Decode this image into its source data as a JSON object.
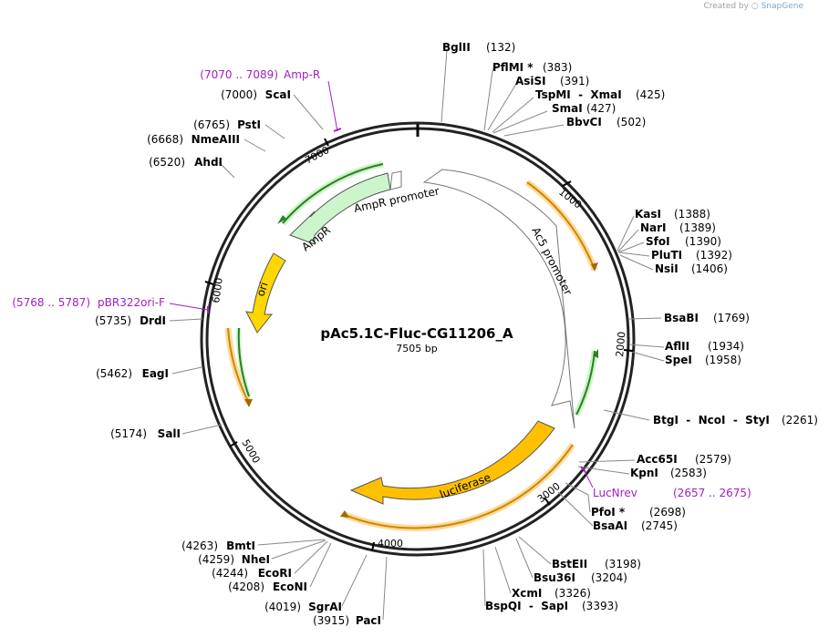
{
  "credit": {
    "prefix": "Created by",
    "brand": "SnapGene"
  },
  "plasmid": {
    "name": "pAc5.1C-Fluc-CG11206_A",
    "size_label": "7505 bp",
    "length": 7505
  },
  "ticks": [
    "1000",
    "2000",
    "3000",
    "4000",
    "5000",
    "6000",
    "7000"
  ],
  "features": [
    {
      "name": "AmpR promoter",
      "label": "AmpR promoter",
      "color": "#ffffff"
    },
    {
      "name": "AmpR",
      "label": "AmpR",
      "color": "#ccf5cc"
    },
    {
      "name": "ori",
      "label": "ori",
      "color": "#ffff00"
    },
    {
      "name": "Ac5 promoter",
      "label": "Ac5 promoter",
      "color": "#ffffff"
    },
    {
      "name": "luciferase",
      "label": "luciferase",
      "color": "#ffc000"
    }
  ],
  "sites": [
    {
      "enzyme": "BglII",
      "pos": "(132)"
    },
    {
      "enzyme": "PflMI *",
      "pos": "(383)"
    },
    {
      "enzyme": "AsiSI",
      "pos": "(391)"
    },
    {
      "enzyme": "TspMI  -  XmaI",
      "pos": "(425)"
    },
    {
      "enzyme": "SmaI",
      "pos": "(427)"
    },
    {
      "enzyme": "BbvCI",
      "pos": "(502)"
    },
    {
      "enzyme": "KasI",
      "pos": "(1388)"
    },
    {
      "enzyme": "NarI",
      "pos": "(1389)"
    },
    {
      "enzyme": "SfoI",
      "pos": "(1390)"
    },
    {
      "enzyme": "PluTI",
      "pos": "(1392)"
    },
    {
      "enzyme": "NsiI",
      "pos": "(1406)"
    },
    {
      "enzyme": "BsaBI",
      "pos": "(1769)"
    },
    {
      "enzyme": "AflII",
      "pos": "(1934)"
    },
    {
      "enzyme": "SpeI",
      "pos": "(1958)"
    },
    {
      "enzyme": "BtgI  -  NcoI  -  StyI",
      "pos": "(2261)"
    },
    {
      "enzyme": "Acc65I",
      "pos": "(2579)"
    },
    {
      "enzyme": "KpnI",
      "pos": "(2583)"
    },
    {
      "enzyme": "PfoI *",
      "pos": "(2698)"
    },
    {
      "enzyme": "BsaAI",
      "pos": "(2745)"
    },
    {
      "enzyme": "BstEII",
      "pos": "(3198)"
    },
    {
      "enzyme": "Bsu36I",
      "pos": "(3204)"
    },
    {
      "enzyme": "XcmI",
      "pos": "(3326)"
    },
    {
      "enzyme": "BspQI  -  SapI",
      "pos": "(3393)"
    },
    {
      "enzyme": "PacI",
      "pos": "(3915)"
    },
    {
      "enzyme": "SgrAI",
      "pos": "(4019)"
    },
    {
      "enzyme": "EcoNI",
      "pos": "(4208)"
    },
    {
      "enzyme": "EcoRI",
      "pos": "(4244)"
    },
    {
      "enzyme": "NheI",
      "pos": "(4259)"
    },
    {
      "enzyme": "BmtI",
      "pos": "(4263)"
    },
    {
      "enzyme": "SalI",
      "pos": "(5174)"
    },
    {
      "enzyme": "EagI",
      "pos": "(5462)"
    },
    {
      "enzyme": "DrdI",
      "pos": "(5735)"
    },
    {
      "enzyme": "AhdI",
      "pos": "(6520)"
    },
    {
      "enzyme": "NmeAIII",
      "pos": "(6668)"
    },
    {
      "enzyme": "PstI",
      "pos": "(6765)"
    },
    {
      "enzyme": "ScaI",
      "pos": "(7000)"
    }
  ],
  "primers": [
    {
      "name": "Amp-R",
      "range": "(7070 .. 7089)",
      "color": "#a020c0"
    },
    {
      "name": "pBR322ori-F",
      "range": "(5768 .. 5787)",
      "color": "#a020c0"
    },
    {
      "name": "LucNrev",
      "range": "(2657 .. 2675)",
      "color": "#a020c0"
    }
  ]
}
